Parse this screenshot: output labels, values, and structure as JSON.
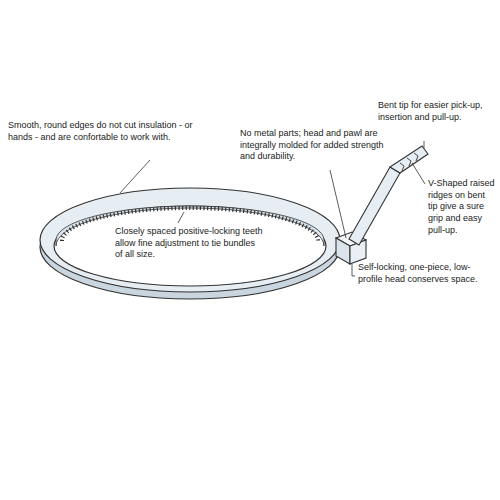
{
  "diagram": {
    "labels": [
      "Smooth, round edges do not cut insulation - or hands - and are confortable to work with.",
      "Closely spaced positive-locking teeth allow fine adjustment to tie bundles of all size.",
      "No metal parts; head and pawl are integrally molded for added strength and durability.",
      "Bent tip for easier pick-up, insertion and pull-up.",
      "V-Shaped raised ridges on bent tip give a sure grip and easy pull-up.",
      "Self-locking, one-piece, low-profile head conserves space."
    ]
  }
}
